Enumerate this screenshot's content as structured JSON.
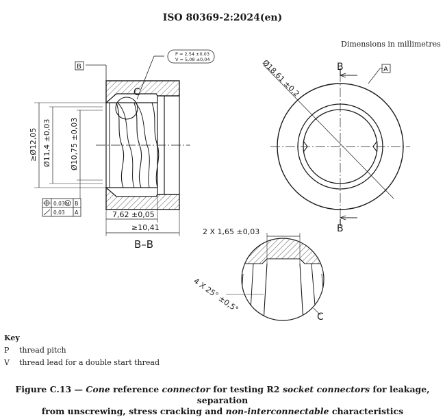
{
  "header": {
    "standard_id": "ISO 80369-2:2024(en)"
  },
  "dims_note": "Dimensions in millimetres",
  "drawing": {
    "section_label": "B–B",
    "datum_b": "B",
    "datum_a": "A",
    "detail_label": "C",
    "pitch_note": {
      "p": "P = 2,54 ±0,03",
      "v": "V = 5,08 ±0,04"
    },
    "dims": {
      "d12": "≥Ø12,05",
      "d11": "Ø11,4 ±0,03",
      "d10": "Ø10,75 ±0,03",
      "d18": "Ø18,61 ±0,2",
      "len762": "7,62 ±0,05",
      "len1041": "≥10,41",
      "width165": "2 X 1,65 ±0,03",
      "angle25": "4 X 25° ±0,5°"
    },
    "gdt": {
      "row1_tol": "0,03",
      "row1_mod": "M",
      "row1_datum": "B",
      "row2_tol": "0,03",
      "row2_datum": "A"
    }
  },
  "key": {
    "title": "Key",
    "items": [
      {
        "symbol": "P",
        "text": "thread pitch"
      },
      {
        "symbol": "V",
        "text": "thread lead for a double start thread"
      }
    ]
  },
  "caption": {
    "prefix": "Figure C.13 — ",
    "w1": "Cone",
    "t1": " reference ",
    "w2": "connector",
    "t2": " for testing R2 ",
    "w3": "socket connectors",
    "t3": " for leakage, separation",
    "line2a": "from unscrewing, stress cracking and ",
    "w4": "non-interconnectable",
    "line2b": " characteristics"
  }
}
